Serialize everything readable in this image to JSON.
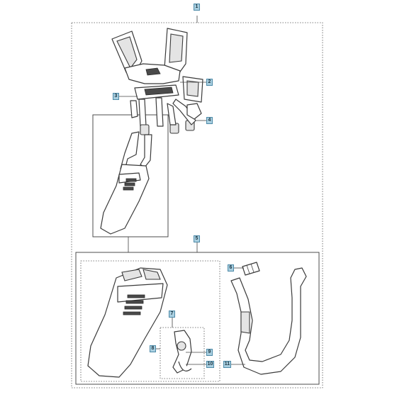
{
  "callouts": [
    {
      "id": "c1",
      "label": "1"
    },
    {
      "id": "c2",
      "label": "2"
    },
    {
      "id": "c3",
      "label": "3"
    },
    {
      "id": "c4",
      "label": "4"
    },
    {
      "id": "c5",
      "label": "5"
    },
    {
      "id": "c6",
      "label": "6"
    },
    {
      "id": "c7",
      "label": "7"
    },
    {
      "id": "c8",
      "label": "8"
    },
    {
      "id": "c9",
      "label": "9"
    },
    {
      "id": "c10",
      "label": "10"
    },
    {
      "id": "c11",
      "label": "11"
    }
  ],
  "colors": {
    "callout_fill": "#a9cfe0",
    "callout_border": "#4d8aa8",
    "line": "#3a3a3a"
  }
}
